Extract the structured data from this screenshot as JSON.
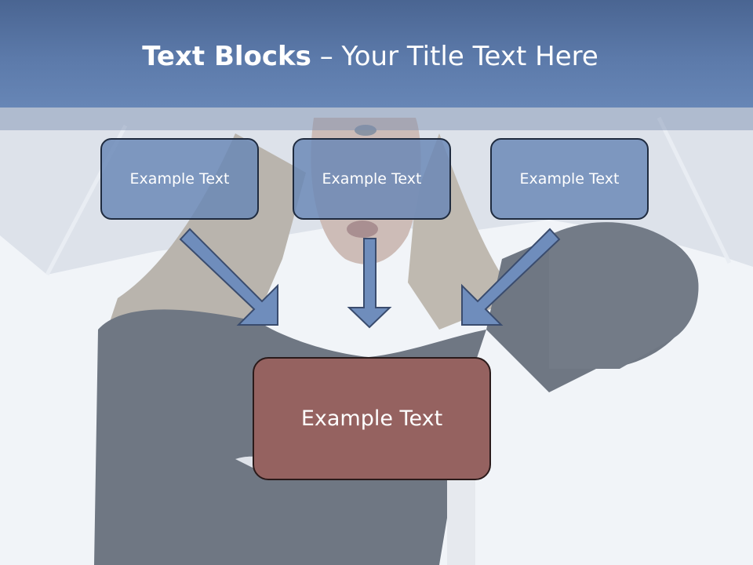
{
  "slide": {
    "title_bold": "Text Blocks",
    "title_rest": " – Your Title Text Here"
  },
  "diagram": {
    "top_boxes": [
      {
        "label": "Example Text"
      },
      {
        "label": "Example Text"
      },
      {
        "label": "Example Text"
      }
    ],
    "bottom_box": {
      "label": "Example Text"
    }
  },
  "colors": {
    "header": "#5c7aaa",
    "top_box_fill": "#6886b6",
    "bottom_box_fill": "#956260",
    "arrow_fill": "#6f8dbc",
    "outline": "#1f2b3f"
  }
}
